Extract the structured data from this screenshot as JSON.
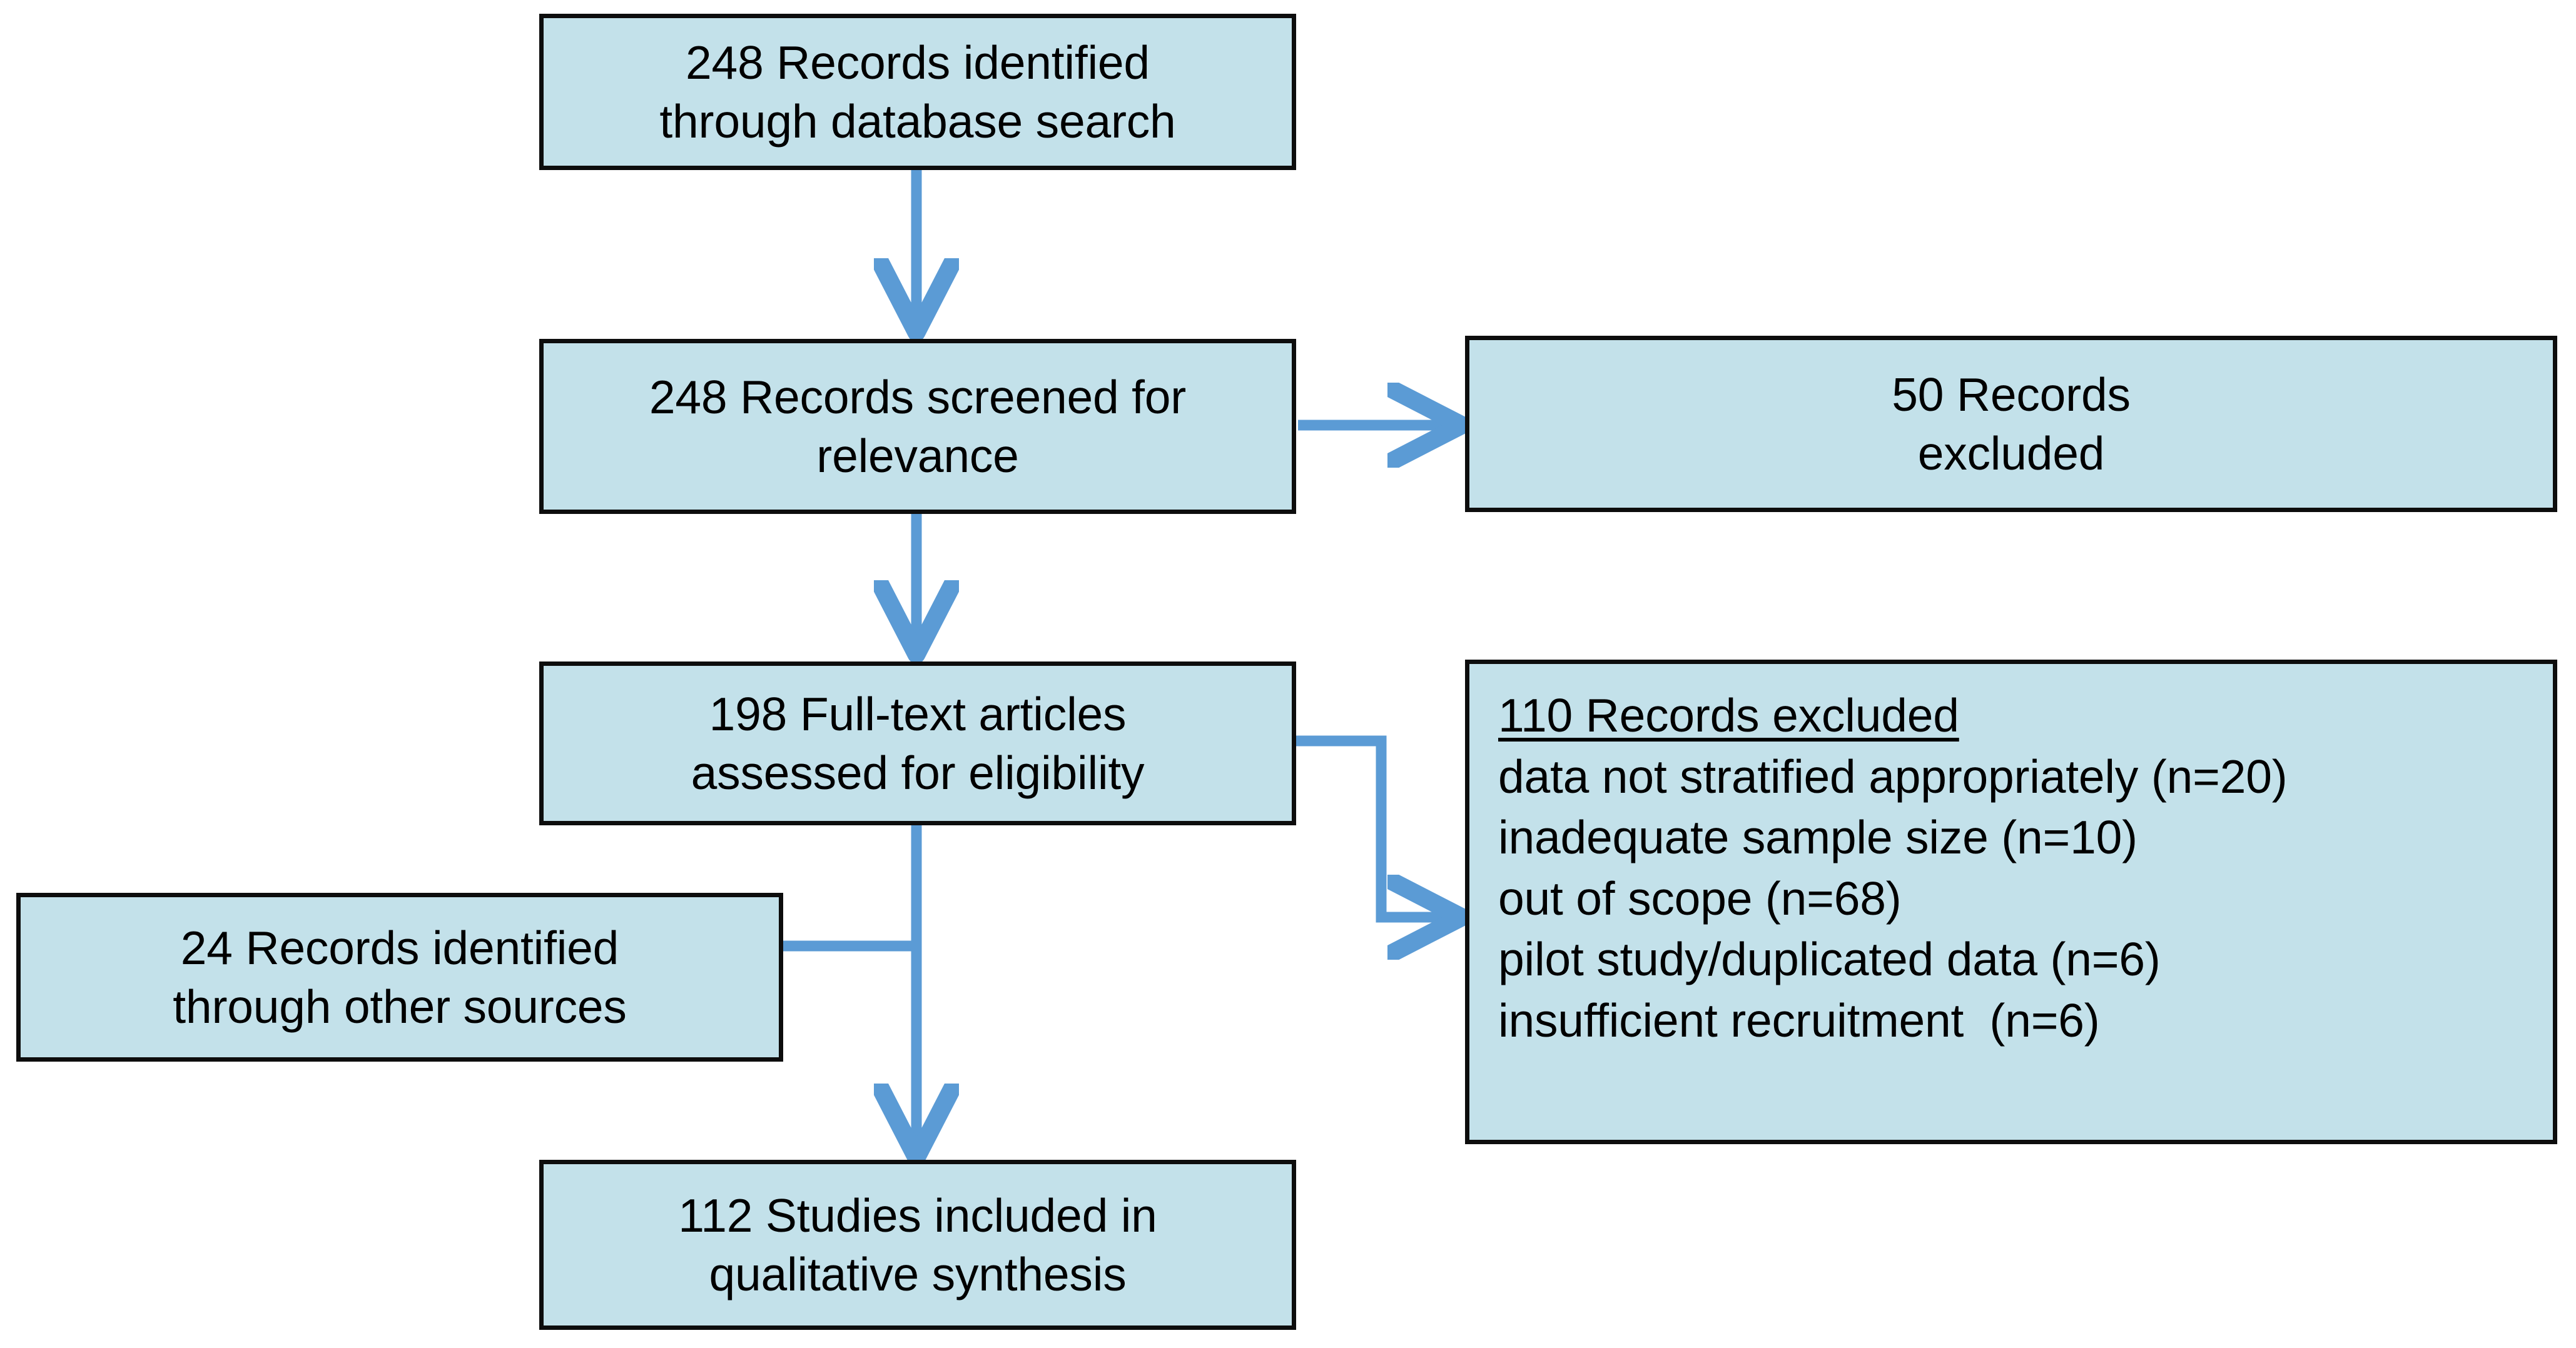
{
  "diagram": {
    "type": "prisma-flow-diagram",
    "colors": {
      "box_fill": "#c3e1ea",
      "box_border": "#0d0d0d",
      "arrow": "#5b9bd5",
      "text": "#000000",
      "background": "#ffffff"
    },
    "nodes": [
      {
        "id": "identified-database",
        "lines": [
          "248 Records identified",
          "through database search"
        ]
      },
      {
        "id": "screened",
        "lines": [
          "248 Records screened for",
          "relevance"
        ]
      },
      {
        "id": "records-excluded",
        "lines": [
          "50 Records",
          "excluded"
        ]
      },
      {
        "id": "fulltext-assessed",
        "lines": [
          "198 Full-text articles",
          "assessed for eligibility"
        ]
      },
      {
        "id": "identified-other",
        "lines": [
          "24 Records identified",
          "through other sources"
        ]
      },
      {
        "id": "excluded-detail",
        "heading": "110 Records excluded",
        "lines": [
          "data not stratified appropriately (n=20)",
          "inadequate sample size (n=10)",
          "out of scope (n=68)",
          "pilot study/duplicated data (n=6)",
          "insufficient recruitment  (n=6)"
        ]
      },
      {
        "id": "included-synthesis",
        "lines": [
          "112 Studies included in",
          "qualitative synthesis"
        ]
      }
    ],
    "connectors": [
      {
        "id": "identified-to-screened",
        "kind": "arrow-down"
      },
      {
        "id": "screened-to-excluded",
        "kind": "arrow-right"
      },
      {
        "id": "screened-to-fulltext",
        "kind": "arrow-down"
      },
      {
        "id": "fulltext-to-excluded-detail",
        "kind": "elbow-arrow-right"
      },
      {
        "id": "fulltext-to-included",
        "kind": "arrow-down"
      },
      {
        "id": "other-sources-to-trunk",
        "kind": "line-right"
      }
    ]
  }
}
